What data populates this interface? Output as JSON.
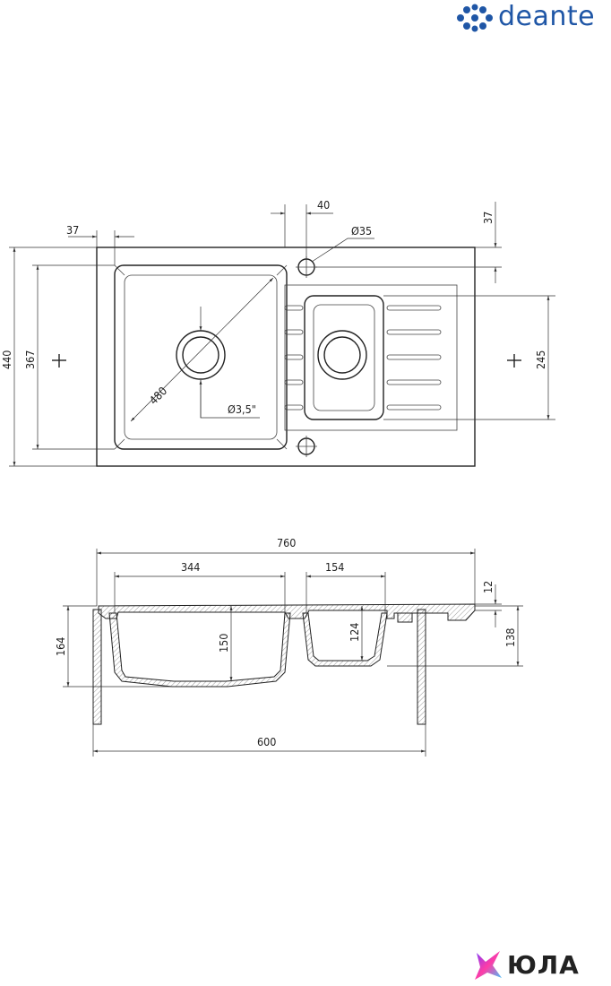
{
  "brand": {
    "name": "deante",
    "color": "#1f56a6"
  },
  "footer_brand": {
    "name": "ЮЛА"
  },
  "top_view": {
    "dims": {
      "left_margin": "37",
      "tap_offset": "40",
      "tap_hole": "Ø35",
      "top_margin": "37",
      "total_depth": "440",
      "bowl_depth": "367",
      "small_bowl_depth": "245",
      "diagonal": "480",
      "drain": "Ø3,5\""
    }
  },
  "side_view": {
    "dims": {
      "total_width": "760",
      "bowl_width": "344",
      "small_bowl_width": "154",
      "rim": "12",
      "height": "164",
      "bowl_height": "150",
      "small_bowl_height": "124",
      "deck_height": "138",
      "cabinet": "600"
    }
  }
}
